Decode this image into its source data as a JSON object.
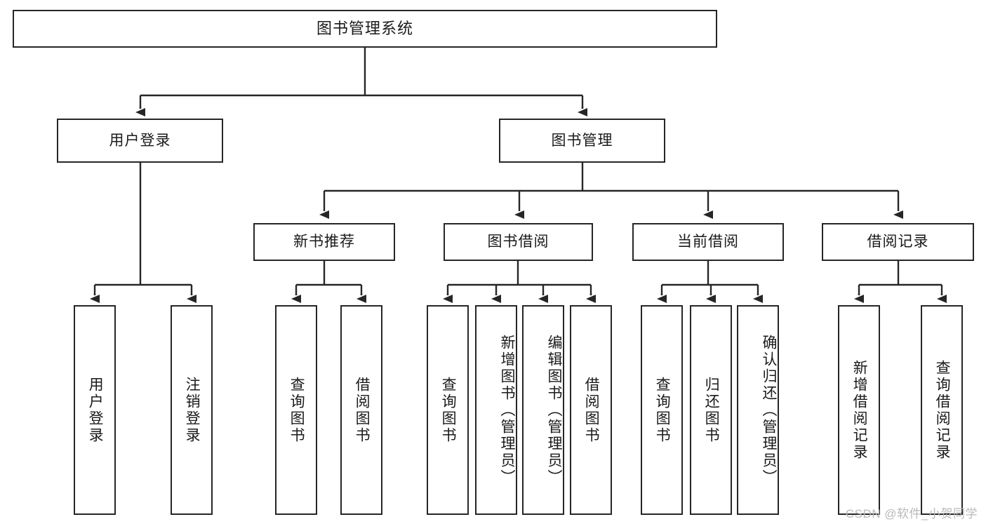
{
  "diagram": {
    "title": "图书管理系统",
    "type": "tree",
    "theme": {
      "background": "#ffffff",
      "box_border": "#262626",
      "box_fill": "#ffffff",
      "text": "#1a1a1a",
      "edge": "#262626",
      "watermark": "#b9b9b9"
    },
    "watermark": "CSDN @软件_小贺同学",
    "nodes": {
      "root": {
        "label": "图书管理系统"
      },
      "level2": [
        {
          "id": "user-login",
          "label": "用户登录"
        },
        {
          "id": "book-manage",
          "label": "图书管理"
        }
      ],
      "level3": [
        {
          "id": "new-book-recommend",
          "label": "新书推荐"
        },
        {
          "id": "book-borrow",
          "label": "图书借阅"
        },
        {
          "id": "current-borrow",
          "label": "当前借阅"
        },
        {
          "id": "borrow-record",
          "label": "借阅记录"
        }
      ],
      "leaves": [
        {
          "id": "leaf-user-login",
          "label": "用户登录",
          "parent": "user-login"
        },
        {
          "id": "leaf-user-logout",
          "label": "注销登录",
          "parent": "user-login"
        },
        {
          "id": "leaf-query-book-1",
          "label": "查询图书",
          "parent": "new-book-recommend"
        },
        {
          "id": "leaf-borrow-book-1",
          "label": "借阅图书",
          "parent": "new-book-recommend"
        },
        {
          "id": "leaf-query-book-2",
          "label": "查询图书",
          "parent": "book-borrow"
        },
        {
          "id": "leaf-add-book",
          "label": "新增图书（管理员）",
          "parent": "book-borrow"
        },
        {
          "id": "leaf-edit-book",
          "label": "编辑图书（管理员）",
          "parent": "book-borrow"
        },
        {
          "id": "leaf-borrow-book-2",
          "label": "借阅图书",
          "parent": "book-borrow"
        },
        {
          "id": "leaf-query-book-3",
          "label": "查询图书",
          "parent": "current-borrow"
        },
        {
          "id": "leaf-return-book",
          "label": "归还图书",
          "parent": "current-borrow"
        },
        {
          "id": "leaf-confirm-return",
          "label": "确认归还（管理员）",
          "parent": "current-borrow"
        },
        {
          "id": "leaf-add-record",
          "label": "新增借阅记录",
          "parent": "borrow-record"
        },
        {
          "id": "leaf-query-record",
          "label": "查询借阅记录",
          "parent": "borrow-record"
        }
      ]
    }
  }
}
